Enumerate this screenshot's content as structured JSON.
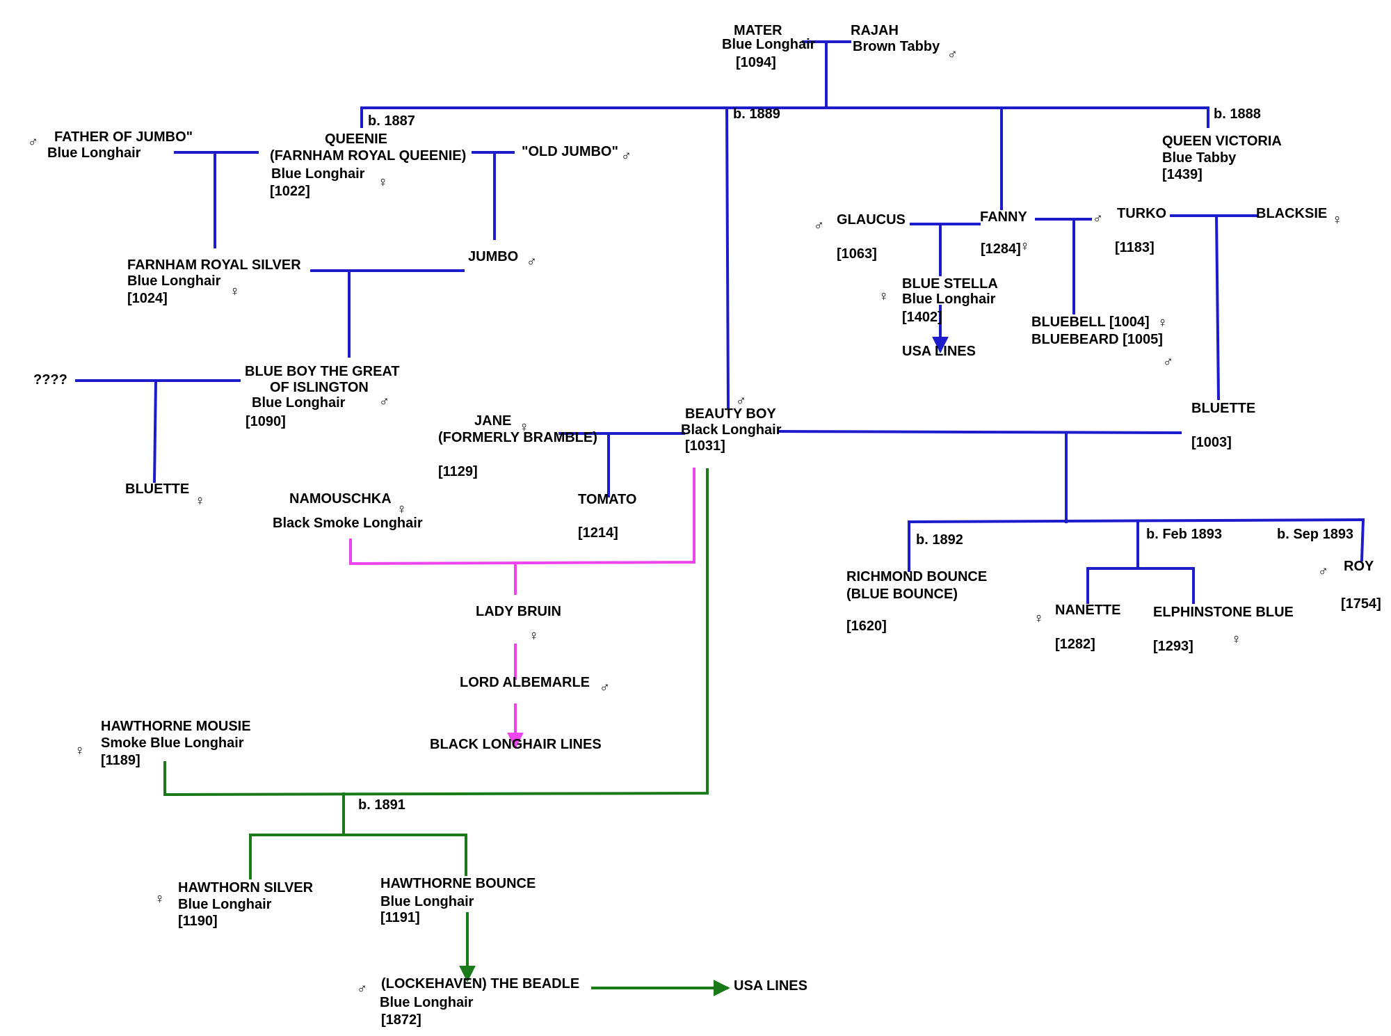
{
  "colors": {
    "blue": "#1c1ccc",
    "magenta": "#ee44ee",
    "green": "#1a7a1a",
    "text": "#000000",
    "background": "#ffffff"
  },
  "symbols": {
    "male": "♂",
    "female": "♀"
  },
  "nodes": {
    "mater": [
      "MATER",
      "Blue Longhair",
      "[1094]"
    ],
    "rajah": [
      "RAJAH",
      "Brown Tabby"
    ],
    "queenie": [
      "QUEENIE",
      "(FARNHAM ROYAL QUEENIE)",
      "Blue Longhair",
      "[1022]"
    ],
    "father_of_jumbo": [
      "FATHER OF JUMBO\"",
      "Blue Longhair"
    ],
    "old_jumbo": [
      "\"OLD JUMBO\""
    ],
    "jumbo": [
      "JUMBO"
    ],
    "farnham_royal_silver": [
      "FARNHAM ROYAL SILVER",
      "Blue Longhair",
      "[1024]"
    ],
    "unknown": [
      "????"
    ],
    "blue_boy": [
      "BLUE BOY THE GREAT",
      "OF ISLINGTON",
      "Blue Longhair",
      "[1090]"
    ],
    "bluette_left": [
      "BLUETTE"
    ],
    "queen_victoria": [
      "QUEEN VICTORIA",
      "Blue Tabby",
      "[1439]"
    ],
    "glaucus": [
      "GLAUCUS",
      "[1063]"
    ],
    "fanny": [
      "FANNY",
      "[1284]"
    ],
    "turko": [
      "TURKO",
      "[1183]"
    ],
    "blacksie": [
      "BLACKSIE"
    ],
    "blue_stella": [
      "BLUE STELLA",
      "Blue Longhair",
      "[1402]"
    ],
    "usa_lines_1": [
      "USA LINES"
    ],
    "bluebell_bluebeard": [
      "BLUEBELL [1004]",
      "BLUEBEARD [1005]"
    ],
    "bluette_right": [
      "BLUETTE",
      "[1003]"
    ],
    "jane": [
      "JANE",
      "(FORMERLY BRAMBLE)",
      "[1129]"
    ],
    "beauty_boy": [
      "BEAUTY BOY",
      "Black Longhair",
      "[1031]"
    ],
    "tomato": [
      "TOMATO",
      "[1214]"
    ],
    "namouschka": [
      "NAMOUSCHKA",
      "Black Smoke Longhair"
    ],
    "lady_bruin": [
      "LADY BRUIN"
    ],
    "lord_albemarle": [
      "LORD ALBEMARLE"
    ],
    "black_longhair_lines": [
      "BLACK LONGHAIR LINES"
    ],
    "richmond_bounce": [
      "RICHMOND BOUNCE",
      "(BLUE BOUNCE)",
      "[1620]"
    ],
    "nanette": [
      "NANETTE",
      "[1282]"
    ],
    "elphinstone_blue": [
      "ELPHINSTONE BLUE",
      "[1293]"
    ],
    "roy": [
      "ROY",
      "[1754]"
    ],
    "hawthorne_mousie": [
      "HAWTHORNE MOUSIE",
      "Smoke Blue Longhair",
      "[1189]"
    ],
    "hawthorn_silver": [
      "HAWTHORN SILVER",
      "Blue Longhair",
      "[1190]"
    ],
    "hawthorne_bounce": [
      "HAWTHORNE BOUNCE",
      "Blue Longhair",
      "[1191]"
    ],
    "the_beadle": [
      "(LOCKEHAVEN) THE BEADLE",
      "Blue Longhair",
      "[1872]"
    ],
    "usa_lines_2": [
      "USA LINES"
    ]
  },
  "birth_labels": {
    "b1887": "b. 1887",
    "b1889": "b. 1889",
    "b1888": "b. 1888",
    "b1892": "b. 1892",
    "b_feb_1893": "b. Feb 1893",
    "b_sep_1893": "b. Sep 1893",
    "b1891": "b. 1891"
  }
}
